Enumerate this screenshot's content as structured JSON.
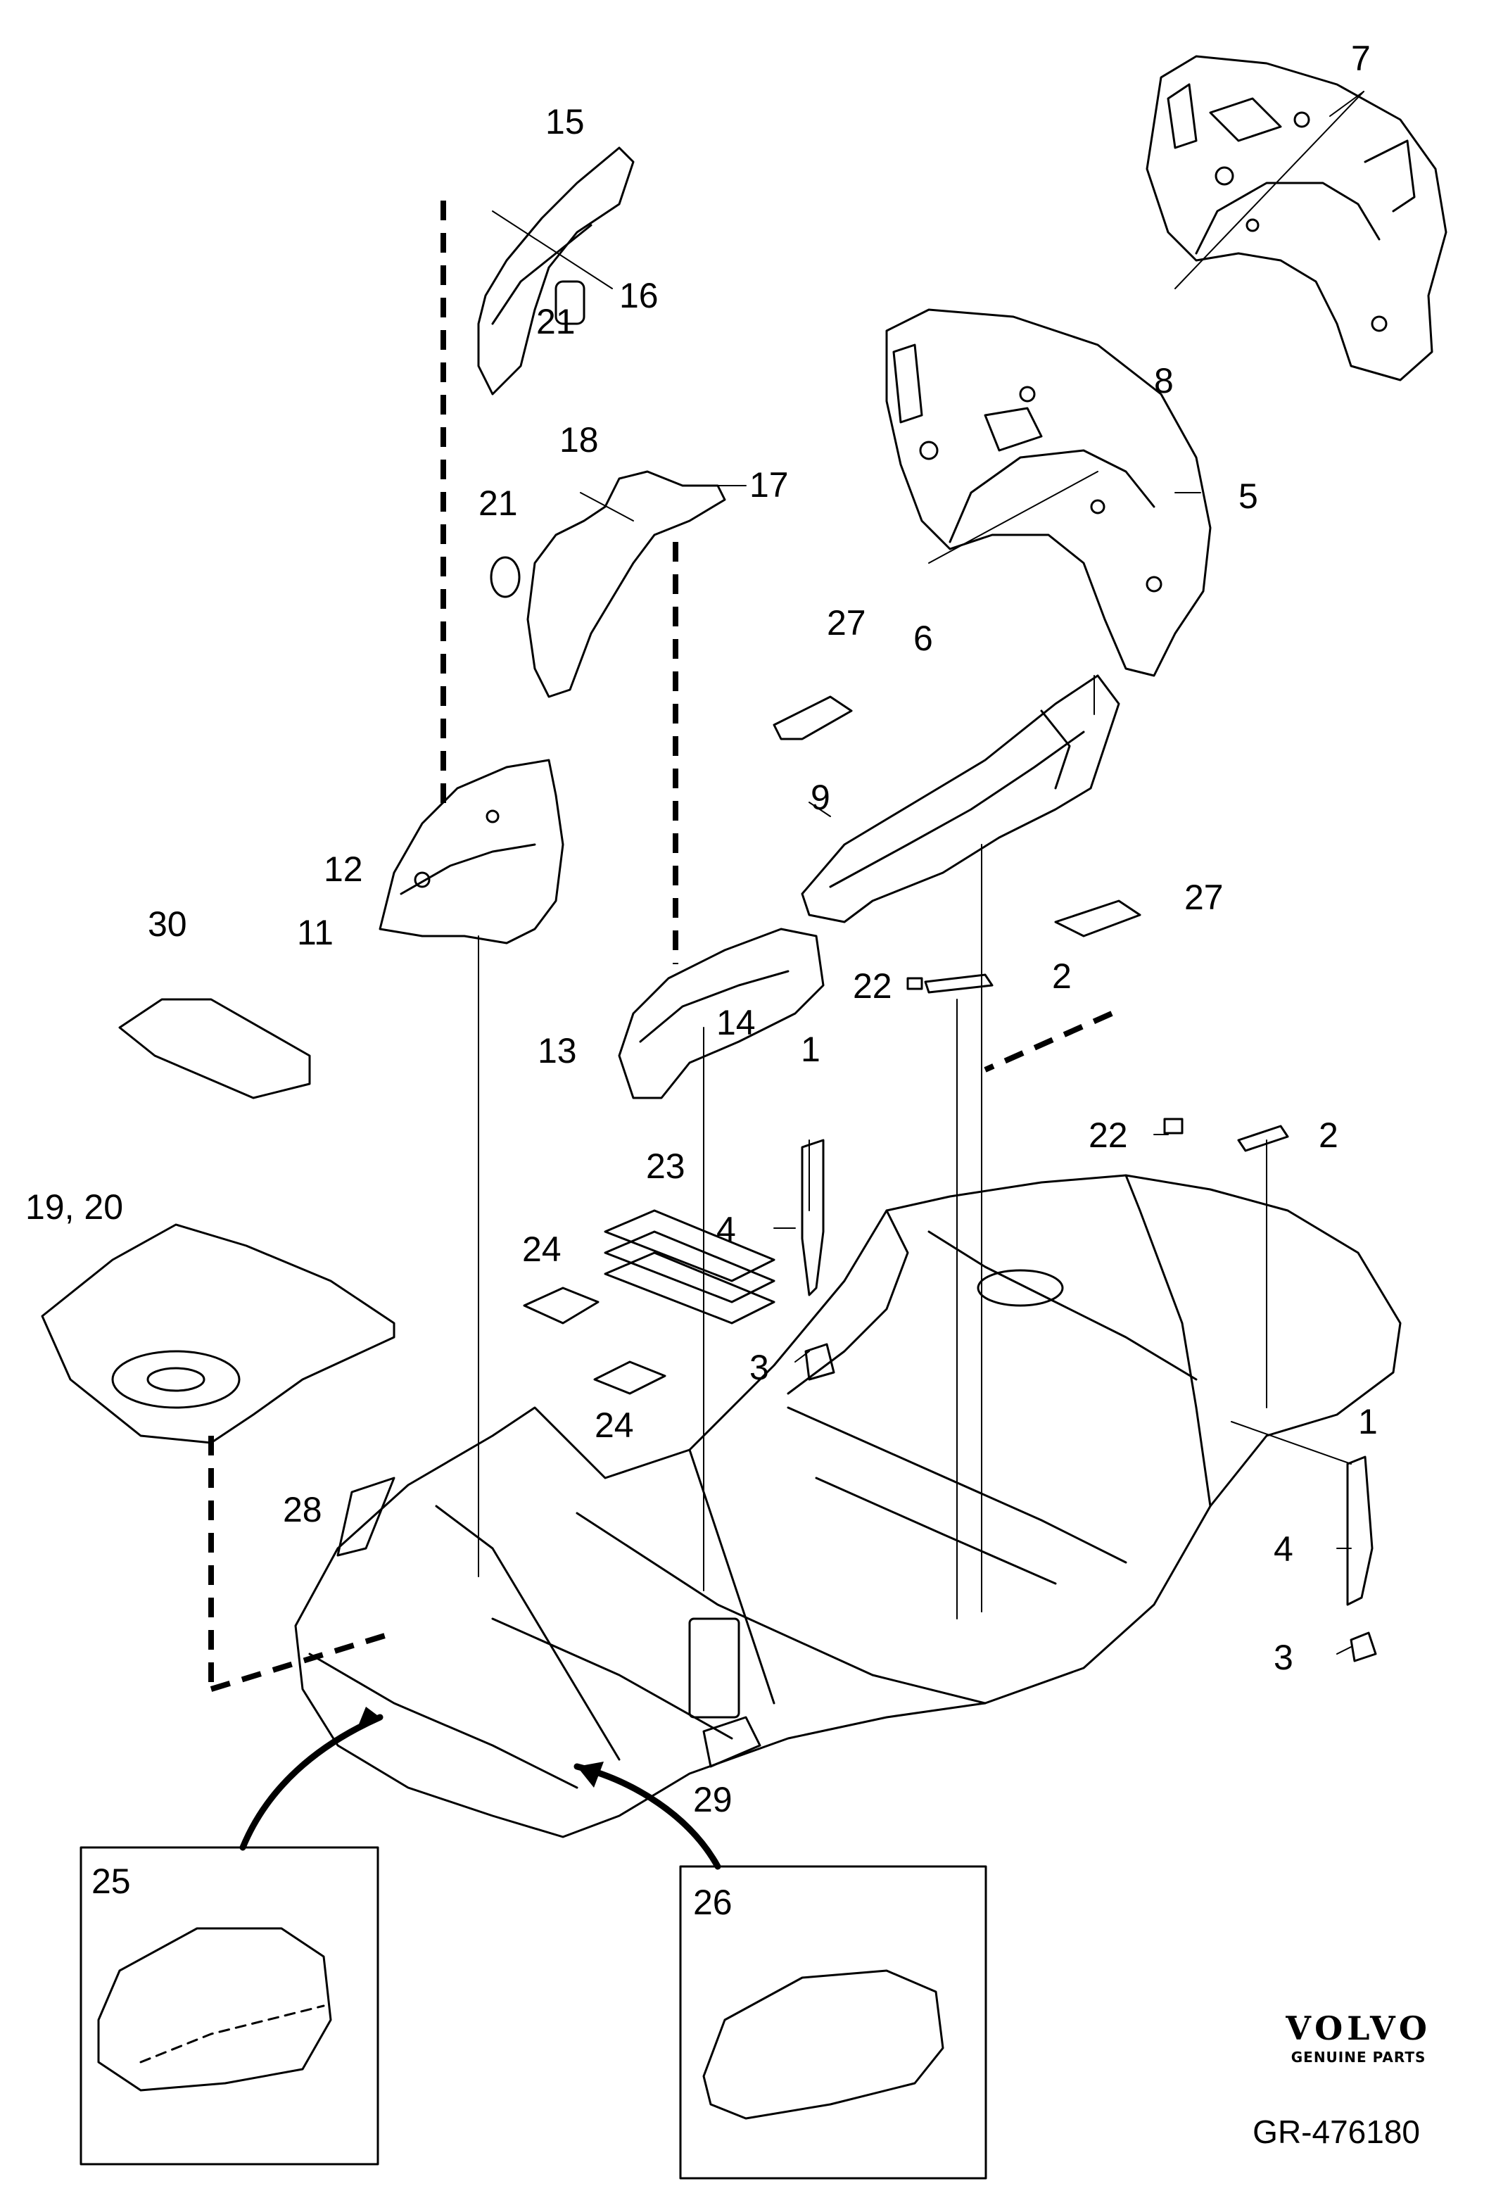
{
  "callouts": {
    "c1_upper": "1",
    "c1_right": "1",
    "c2_upper": "2",
    "c2_right": "2",
    "c3_left": "3",
    "c3_right": "3",
    "c4_left": "4",
    "c4_right": "4",
    "c5": "5",
    "c6": "6",
    "c7": "7",
    "c8": "8",
    "c9": "9",
    "c11": "11",
    "c12": "12",
    "c13": "13",
    "c14": "14",
    "c15": "15",
    "c16": "16",
    "c17": "17",
    "c18": "18",
    "c19_20": "19,  20",
    "c21_upper": "21",
    "c21_lower": "21",
    "c22_upper": "22",
    "c22_right": "22",
    "c23": "23",
    "c24_upper": "24",
    "c24_lower": "24",
    "c25": "25",
    "c26": "26",
    "c27_upper": "27",
    "c27_right": "27",
    "c28": "28",
    "c29": "29",
    "c30": "30"
  },
  "brand": {
    "name": "VOLVO",
    "tagline": "GENUINE PARTS"
  },
  "reference": "GR-476180"
}
